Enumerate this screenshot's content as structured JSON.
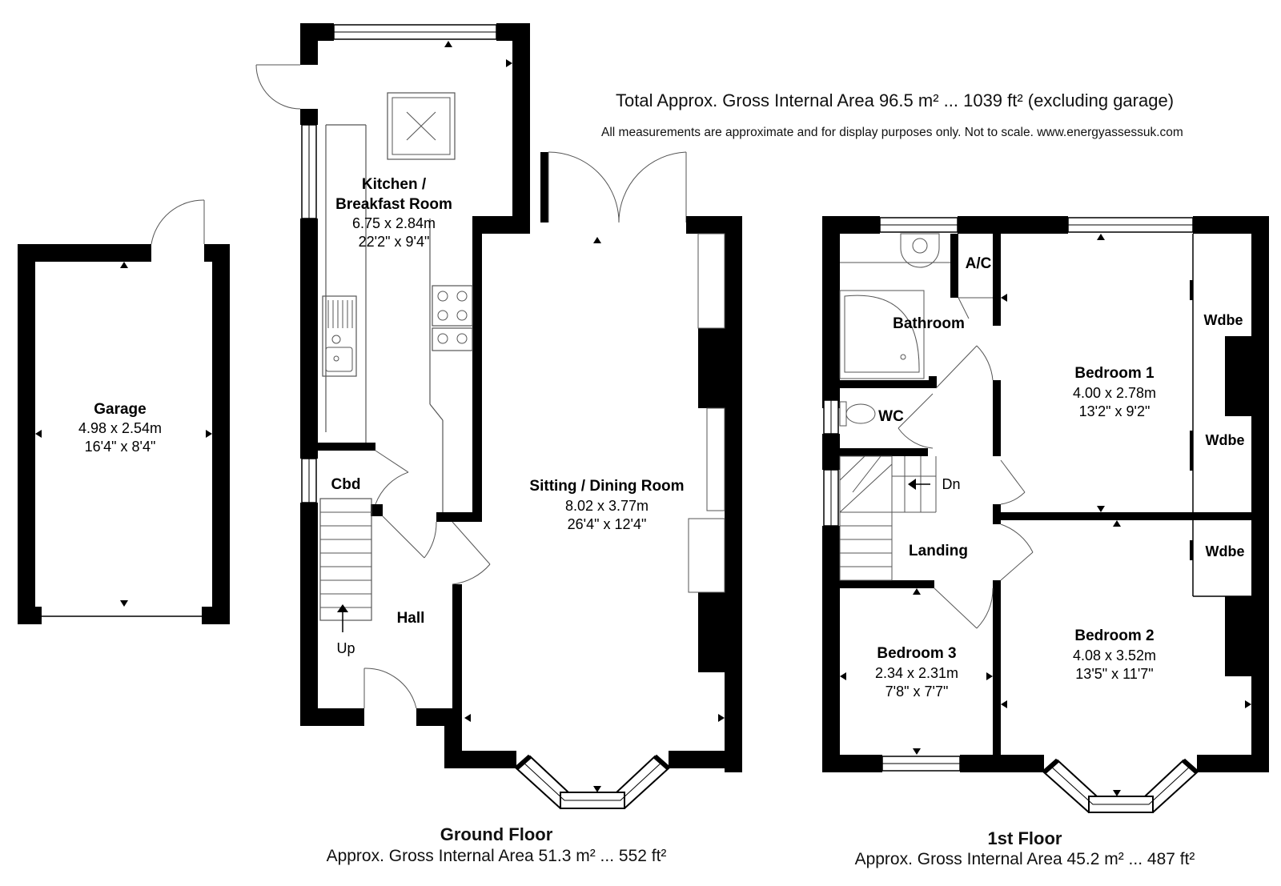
{
  "header": {
    "total_area": "Total Approx. Gross Internal Area 96.5 m² ... 1039 ft² (excluding garage)",
    "disclaimer": "All measurements are approximate and for display purposes only. Not to scale. www.energyassessuk.com"
  },
  "ground_floor": {
    "title": "Ground Floor",
    "area": "Approx. Gross Internal Area 51.3 m² ... 552 ft²",
    "rooms": {
      "kitchen": {
        "name_line1": "Kitchen /",
        "name_line2": "Breakfast Room",
        "metric": "6.75 x 2.84m",
        "imperial": "22'2\" x 9'4\""
      },
      "sitting": {
        "name": "Sitting / Dining Room",
        "metric": "8.02 x 3.77m",
        "imperial": "26'4\" x 12'4\""
      },
      "cbd": {
        "name": "Cbd"
      },
      "hall": {
        "name": "Hall"
      },
      "stairs_up": "Up"
    }
  },
  "garage": {
    "name": "Garage",
    "metric": "4.98 x 2.54m",
    "imperial": "16'4\" x 8'4\""
  },
  "first_floor": {
    "title": "1st Floor",
    "area": "Approx. Gross Internal Area 45.2 m² ... 487 ft²",
    "rooms": {
      "bathroom": {
        "name": "Bathroom"
      },
      "ac": {
        "name": "A/C"
      },
      "wc": {
        "name": "WC"
      },
      "landing": {
        "name": "Landing"
      },
      "stairs_down": "Dn",
      "bedroom1": {
        "name": "Bedroom 1",
        "metric": "4.00 x 2.78m",
        "imperial": "13'2\" x 9'2\""
      },
      "bedroom2": {
        "name": "Bedroom 2",
        "metric": "4.08 x 3.52m",
        "imperial": "13'5\" x 11'7\""
      },
      "bedroom3": {
        "name": "Bedroom 3",
        "metric": "2.34 x 2.31m",
        "imperial": "7'8\" x 7'7\""
      },
      "wardrobe_label": "Wdbe"
    }
  },
  "colors": {
    "wall": "#000000",
    "background": "#ffffff",
    "fixture": "#777777"
  }
}
